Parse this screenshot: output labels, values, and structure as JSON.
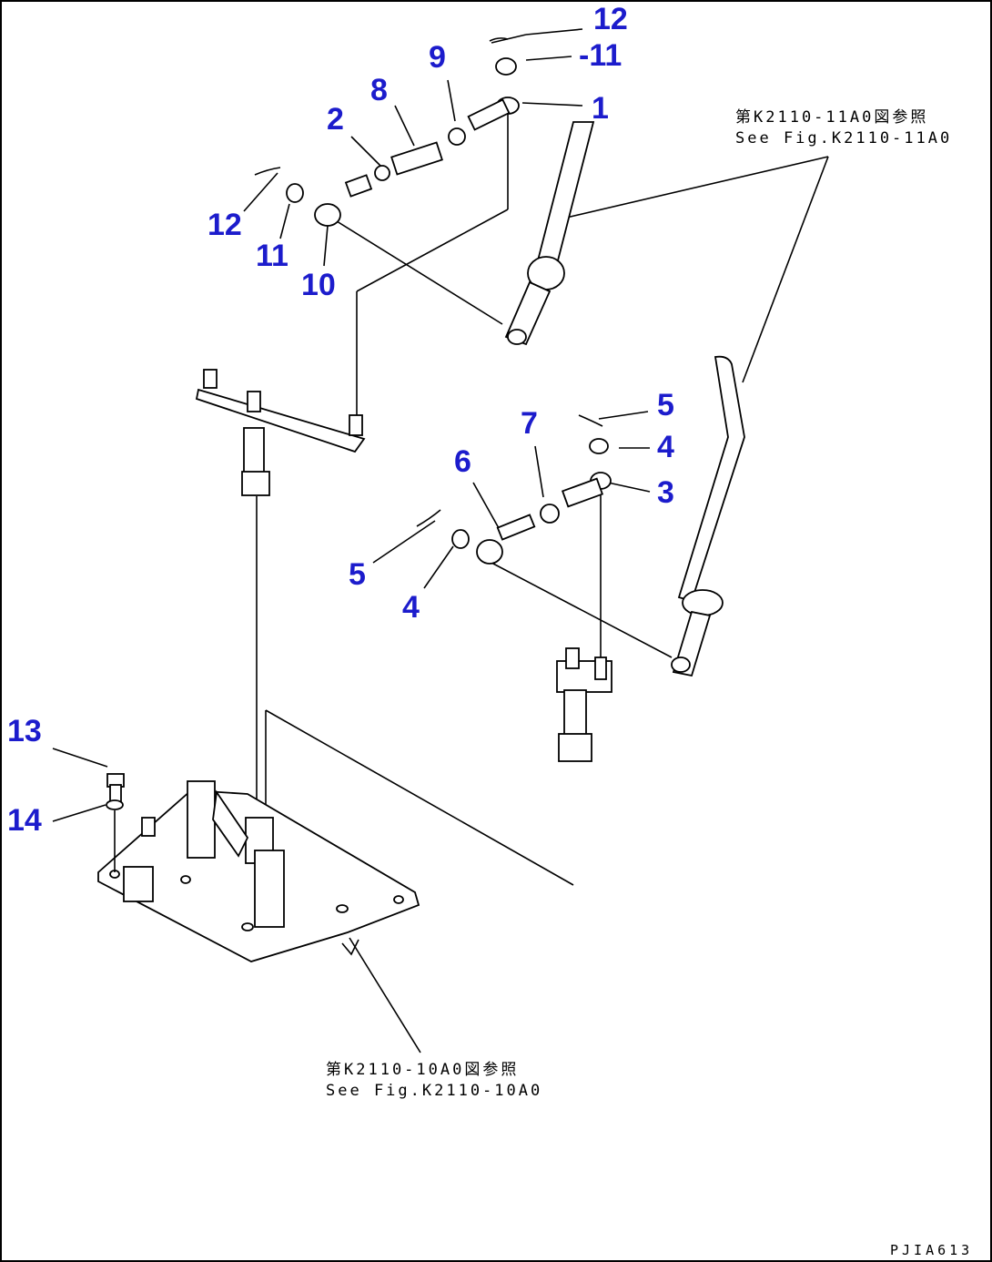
{
  "callouts": [
    {
      "id": "c1",
      "label": "1"
    },
    {
      "id": "c2",
      "label": "2"
    },
    {
      "id": "c3",
      "label": "3"
    },
    {
      "id": "c4a",
      "label": "4"
    },
    {
      "id": "c4b",
      "label": "4"
    },
    {
      "id": "c5a",
      "label": "5"
    },
    {
      "id": "c5b",
      "label": "5"
    },
    {
      "id": "c6",
      "label": "6"
    },
    {
      "id": "c7",
      "label": "7"
    },
    {
      "id": "c8",
      "label": "8"
    },
    {
      "id": "c9",
      "label": "9"
    },
    {
      "id": "c10",
      "label": "10"
    },
    {
      "id": "c11a",
      "label": "-11"
    },
    {
      "id": "c11b",
      "label": "11"
    },
    {
      "id": "c12a",
      "label": "12"
    },
    {
      "id": "c12b",
      "label": "12"
    },
    {
      "id": "c13",
      "label": "13"
    },
    {
      "id": "c14",
      "label": "14"
    }
  ],
  "references": {
    "upper": {
      "jp": "第K2110-11A0図参照",
      "en": "See Fig.K2110-11A0"
    },
    "lower": {
      "jp": "第K2110-10A0図参照",
      "en": "See Fig.K2110-10A0"
    }
  },
  "drawing_code": "PJIA613",
  "colors": {
    "callout": "#1c1ccc",
    "line": "#000000",
    "background": "#ffffff"
  }
}
